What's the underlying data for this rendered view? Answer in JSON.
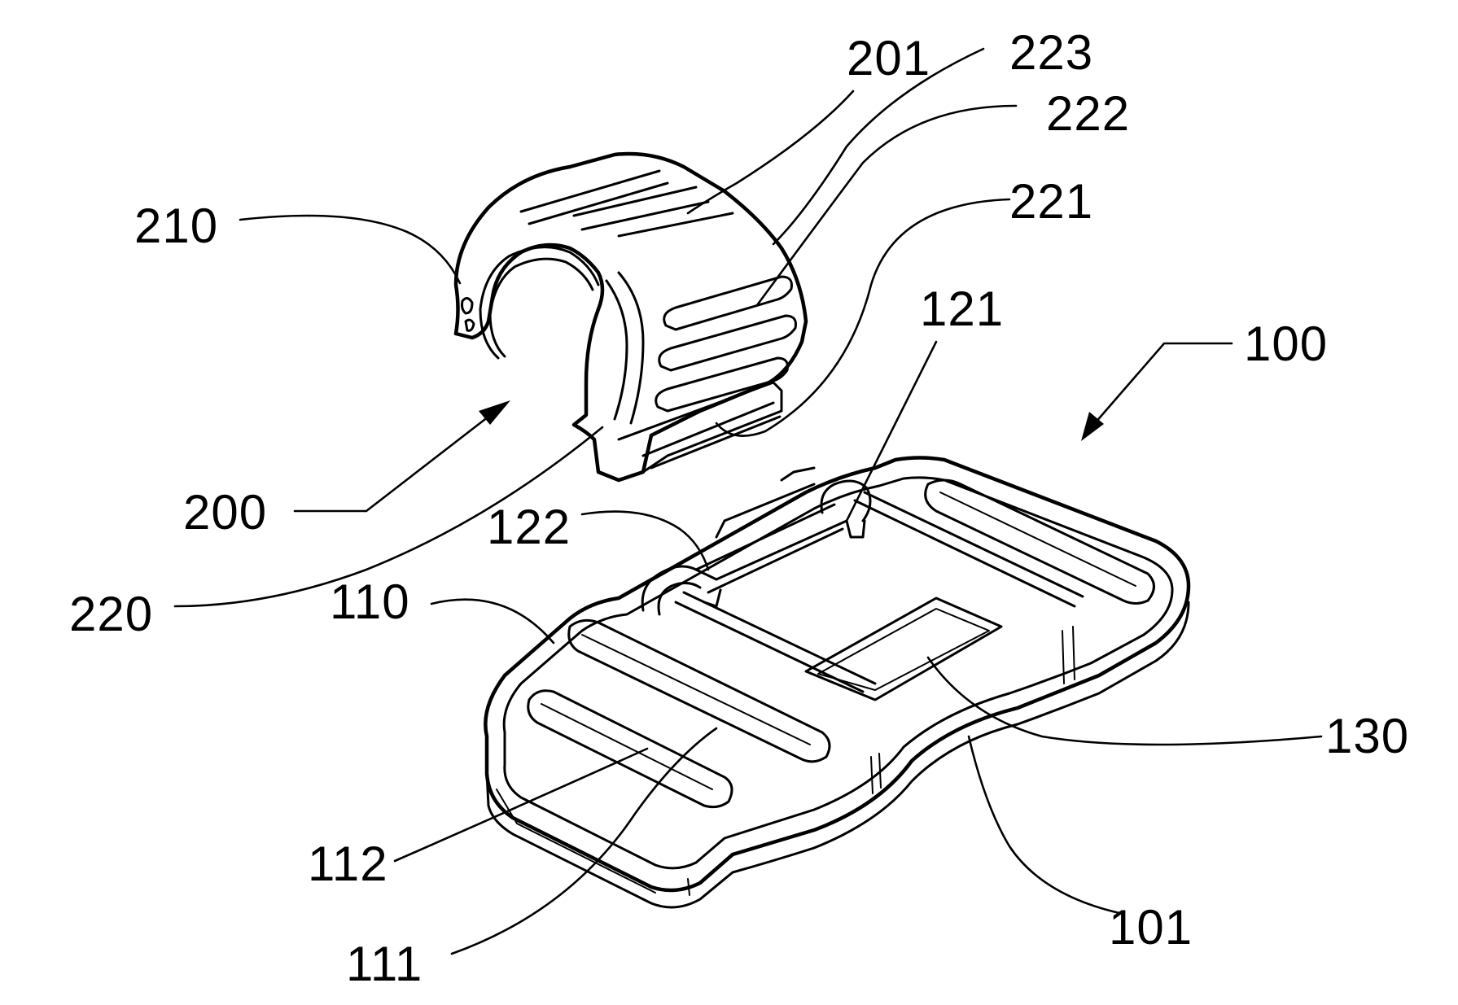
{
  "figure": {
    "labels": {
      "l201": "201",
      "l223": "223",
      "l222": "222",
      "l221": "221",
      "l210": "210",
      "l121": "121",
      "l100": "100",
      "l200": "200",
      "l122": "122",
      "l220": "220",
      "l110": "110",
      "l130": "130",
      "l112": "112",
      "l111": "111",
      "l101": "101"
    }
  }
}
